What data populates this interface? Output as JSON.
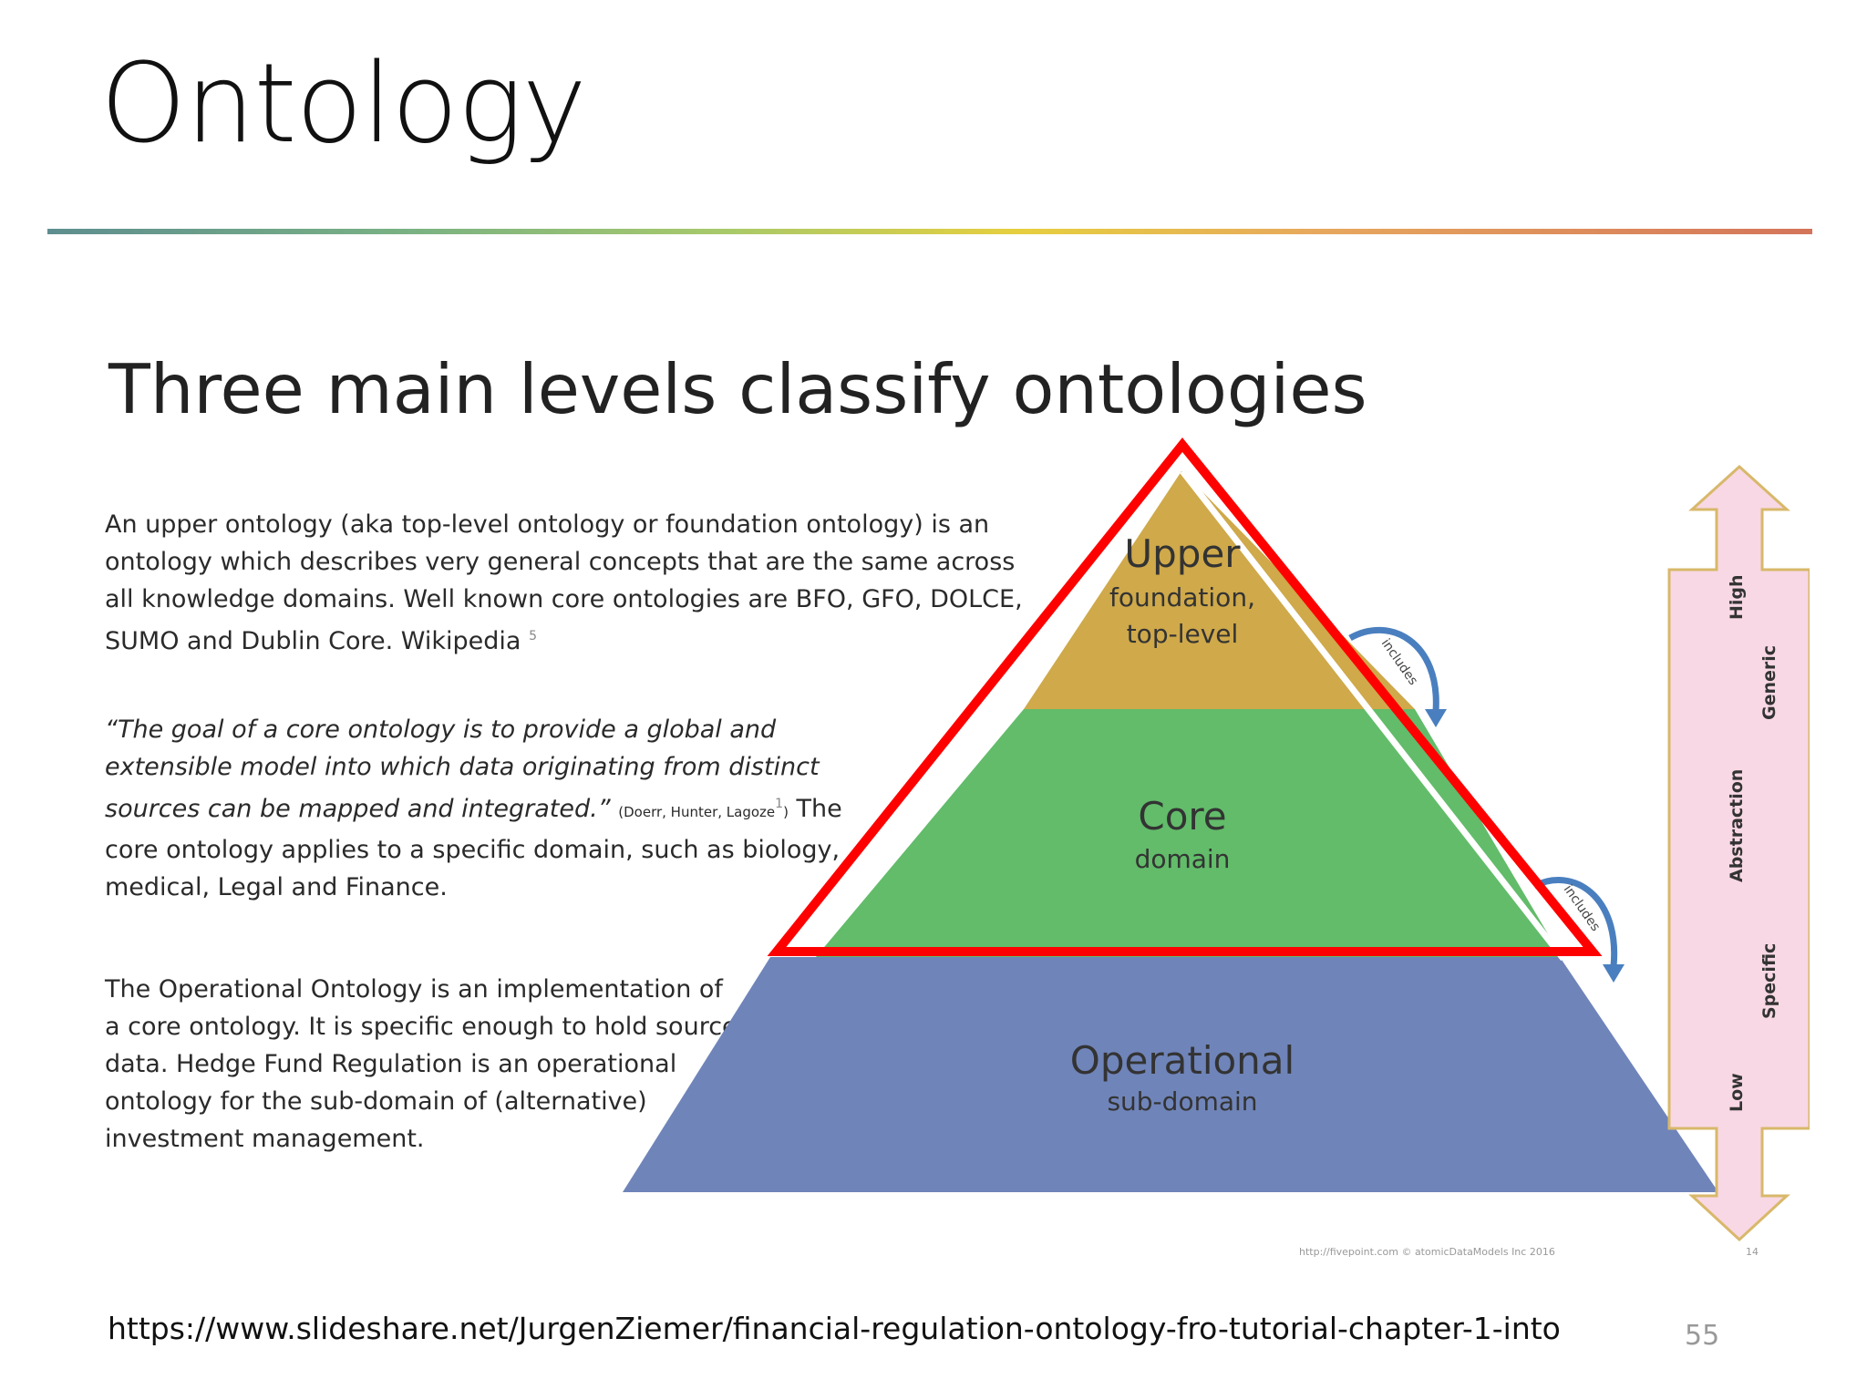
{
  "slide": {
    "title": "Ontology",
    "source_url": "https://www.slideshare.net/JurgenZiemer/financial-regulation-ontology-fro-tutorial-chapter-1-into",
    "page_number": "55"
  },
  "embedded_slide": {
    "title": "Three main levels classify ontologies",
    "paragraph1": {
      "text": "An upper ontology (aka top-level ontology or foundation ontology) is an ontology which describes very general concepts that are the same across all knowledge domains. Well known core ontologies are BFO, GFO, DOLCE, SUMO and Dublin Core. Wikipedia",
      "ref": "5"
    },
    "paragraph2": {
      "quote": "“The goal of a core ontology is to provide a global and extensible model into which data originating from distinct sources can be mapped and integrated.”",
      "citation": "(Doerr, Hunter, Lagoze",
      "citation_ref": "1",
      "citation_end": ")",
      "text": "The core ontology applies to a specific domain, such as biology, medical, Legal and Finance."
    },
    "paragraph3": {
      "text": "The Operational Ontology is an implementation of a core ontology. It is specific enough to hold source data. Hedge Fund Regulation is an operational ontology for the sub-domain of (alternative) investment management."
    },
    "footnote": "http://fivepoint.com © atomicDataModels Inc 2016",
    "footnote_number": "14"
  },
  "pyramid": {
    "levels": [
      {
        "name": "Upper",
        "sub1": "foundation,",
        "sub2": "top-level",
        "color": "#cfa94a"
      },
      {
        "name": "Core",
        "sub1": "domain",
        "color": "#62bc6a"
      },
      {
        "name": "Operational",
        "sub1": "sub-domain",
        "color": "#6f84b9"
      }
    ],
    "arrows": [
      {
        "label": "includes"
      },
      {
        "label": "includes"
      }
    ],
    "highlight_color": "#ff0000"
  },
  "scale_arrow": {
    "fill_color": "#f8d8e4",
    "stroke_color": "#d8b86a",
    "labels": {
      "high": "High",
      "generic": "Generic",
      "abstraction": "Abstraction",
      "specific": "Specific",
      "low": "Low"
    }
  }
}
